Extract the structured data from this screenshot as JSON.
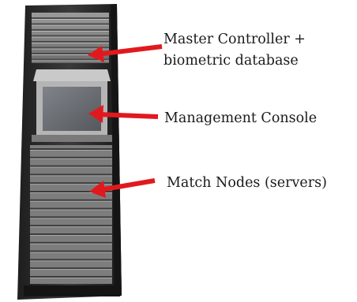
{
  "labels": {
    "master_line1": "Master Controller +",
    "master_line2": "biometric database",
    "console": "Management Console",
    "nodes": "Match Nodes (servers)"
  },
  "colors": {
    "arrow": "#e1191e",
    "rack_body": "#2c2c2c",
    "rack_panel": "#8f8f8f",
    "screen": "#6f7278"
  },
  "icons": {
    "rack": "server-rack-image",
    "arrows": "left-arrow-icon"
  }
}
